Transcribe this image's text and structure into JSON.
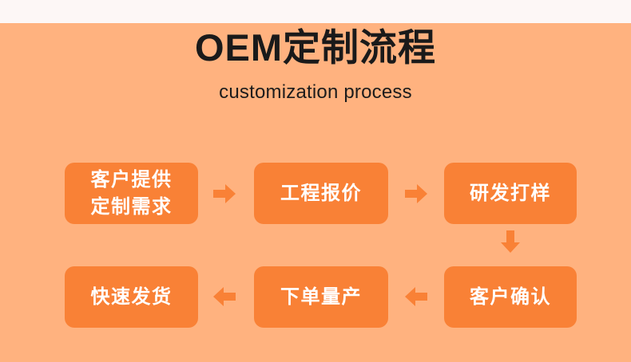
{
  "header": {
    "title": "OEM定制流程",
    "subtitle": "customization process"
  },
  "colors": {
    "background": "#ffb27f",
    "top_strip": "#fdf7f6",
    "box_fill": "#f98136",
    "box_text": "#ffffff",
    "arrow_fill": "#f98136",
    "heading_text": "#1a1a1a"
  },
  "flow": {
    "steps": [
      {
        "id": "step-1",
        "lines": [
          "客户提供",
          "定制需求"
        ]
      },
      {
        "id": "step-2",
        "lines": [
          "工程报价"
        ]
      },
      {
        "id": "step-3",
        "lines": [
          "研发打样"
        ]
      },
      {
        "id": "step-4",
        "lines": [
          "客户确认"
        ]
      },
      {
        "id": "step-5",
        "lines": [
          "下单量产"
        ]
      },
      {
        "id": "step-6",
        "lines": [
          "快速发货"
        ]
      }
    ],
    "connectors": [
      {
        "id": "connector-1",
        "direction": "right",
        "from": "step-1",
        "to": "step-2"
      },
      {
        "id": "connector-2",
        "direction": "right",
        "from": "step-2",
        "to": "step-3"
      },
      {
        "id": "connector-3",
        "direction": "down",
        "from": "step-3",
        "to": "step-4"
      },
      {
        "id": "connector-4",
        "direction": "left",
        "from": "step-4",
        "to": "step-5"
      },
      {
        "id": "connector-5",
        "direction": "left",
        "from": "step-5",
        "to": "step-6"
      }
    ]
  }
}
